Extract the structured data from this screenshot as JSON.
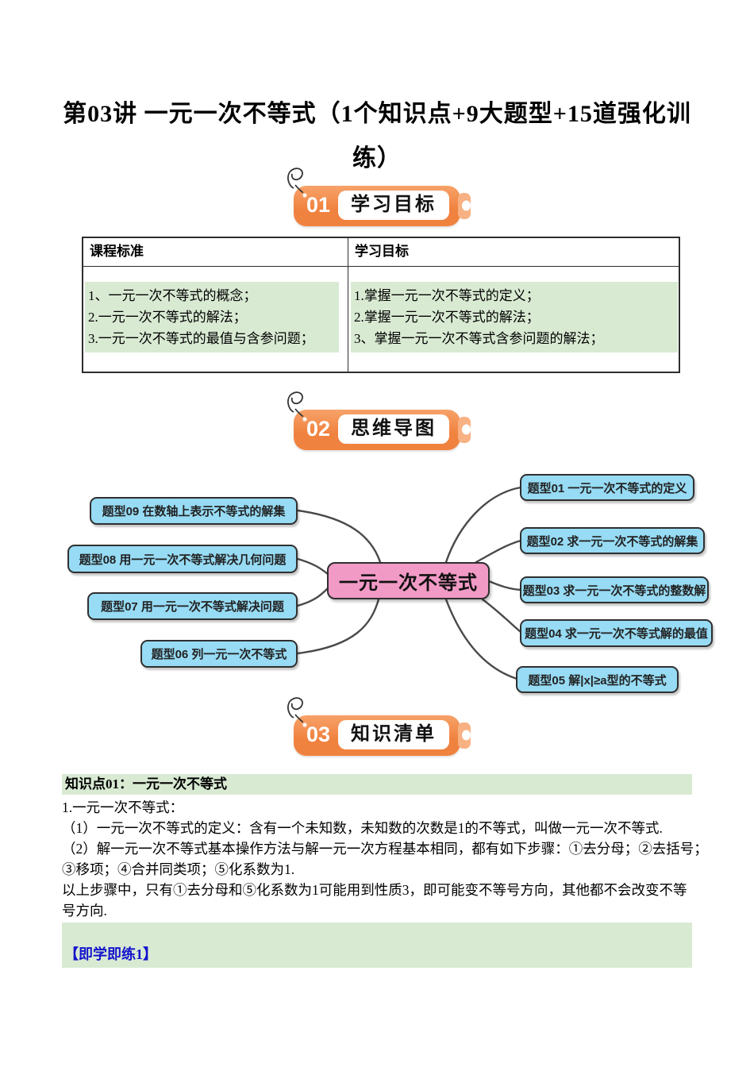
{
  "title": {
    "line1": "第03讲 一元一次不等式（1个知识点+9大题型+15道强化训",
    "line2": "练）"
  },
  "badges": {
    "goals": {
      "number": "01",
      "title": "学习目标"
    },
    "mindmap": {
      "number": "02",
      "title": "思维导图"
    },
    "knowledge": {
      "number": "03",
      "title": "知识清单"
    }
  },
  "goals_table": {
    "header_left": "课程标准",
    "header_right": "学习目标",
    "left_items": [
      "1、一元一次不等式的概念；",
      "2.一元一次不等式的解法；",
      "3.一元一次不等式的最值与含参问题；"
    ],
    "right_items": [
      "1.掌握一元一次不等式的定义；",
      "2.掌握一元一次不等式的解法；",
      "3、掌握一元一次不等式含参问题的解法；"
    ]
  },
  "mindmap": {
    "center": "一元一次不等式",
    "left_nodes": [
      "题型09  在数轴上表示不等式的解集",
      "题型08  用一元一次不等式解决几何问题",
      "题型07  用一元一次不等式解决问题",
      "题型06  列一元一次不等式"
    ],
    "right_nodes": [
      "题型01  一元一次不等式的定义",
      "题型02  求一元一次不等式的解集",
      "题型03  求一元一次不等式的整数解",
      "题型04  求一元一次不等式解的最值",
      "题型05  解|x|≥a型的不等式"
    ]
  },
  "knowledge": {
    "heading": "知识点01：一元一次不等式",
    "lines": [
      "1.一元一次不等式：",
      "（1）一元一次不等式的定义：含有一个未知数，未知数的次数是1的不等式，叫做一元一次不等式.",
      "（2）解一元一次不等式基本操作方法与解一元一次方程基本相同，都有如下步骤：①去分母；②去括号；",
      "③移项；④合并同类项；⑤化系数为1.",
      "以上步骤中，只有①去分母和⑤化系数为1可能用到性质3，即可能变不等号方向，其他都不会改变不等",
      "号方向."
    ]
  },
  "practice": {
    "label": "【即学即练1】"
  },
  "colors": {
    "badge_orange": "#F0823F",
    "badge_orange_light": "#F8B183",
    "node_blue": "#97DBF4",
    "center_pink": "#F19AC6",
    "highlight_green": "#D9EAD3",
    "practice_blue": "#1414CC",
    "connector_gray": "#4A4A4A"
  }
}
